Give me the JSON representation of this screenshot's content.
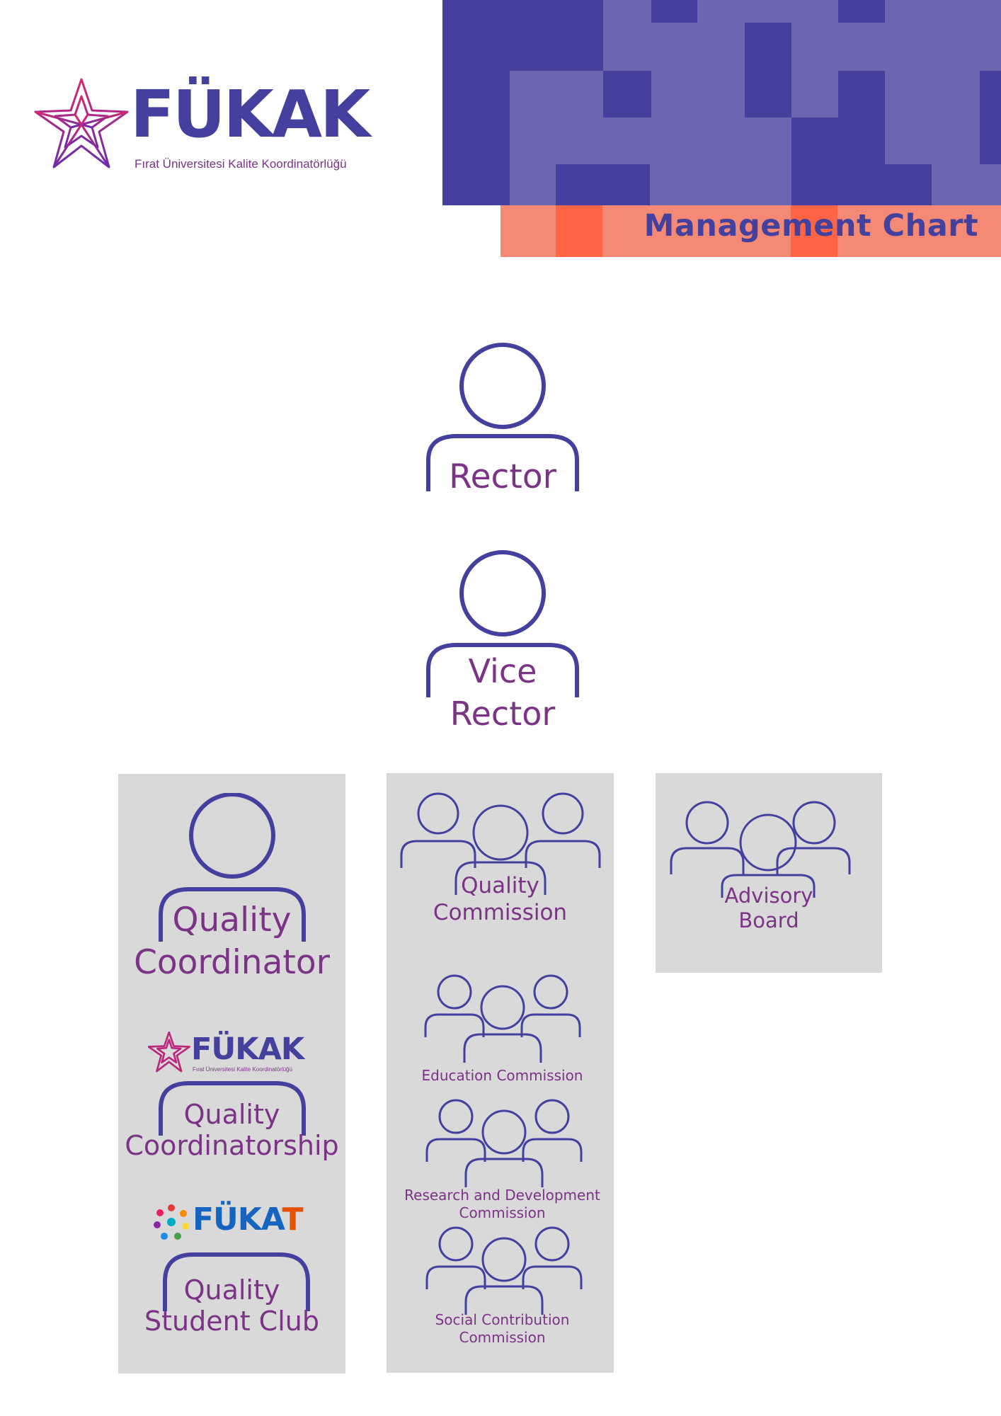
{
  "header": {
    "title": "Management Chart",
    "colors": {
      "navy": "#44409d",
      "mid_purple": "#6a67b0",
      "coral": "#f48a75",
      "orange": "#ff6445",
      "label_purple": "#7a3385"
    }
  },
  "logo": {
    "name": "FÜKAK",
    "subtitle": "Fırat Üniversitesi Kalite Koordinatörlüğü",
    "icon": "star-logo-icon"
  },
  "chart": {
    "rector": {
      "label": "Rector",
      "icon": "person-icon"
    },
    "vice_rector": {
      "line1": "Vice",
      "line2": "Rector",
      "icon": "person-icon"
    },
    "left_column": {
      "coordinator": {
        "line1": "Quality",
        "line2": "Coordinator",
        "icon": "person-icon"
      },
      "coordinatorship": {
        "logo_name": "FÜKAK",
        "logo_subtitle": "Fırat Üniversitesi Kalite Koordinatörlüğü",
        "line1": "Quality",
        "line2": "Coordinatorship"
      },
      "student_club": {
        "logo_name_main": "FÜKA",
        "logo_name_last": "T",
        "line1": "Quality",
        "line2": "Student Club"
      }
    },
    "middle_column": {
      "quality_commission": {
        "line1": "Quality",
        "line2": "Commission",
        "icon": "group-icon"
      },
      "education_commission": {
        "label": "Education Commission",
        "icon": "group-icon"
      },
      "research_commission": {
        "line1": "Research and Development",
        "line2": "Commission",
        "icon": "group-icon"
      },
      "social_commission": {
        "line1": "Social Contribution",
        "line2": "Commission",
        "icon": "group-icon"
      }
    },
    "right_column": {
      "advisory_board": {
        "line1": "Advisory",
        "line2": "Board",
        "icon": "group-icon"
      }
    }
  }
}
